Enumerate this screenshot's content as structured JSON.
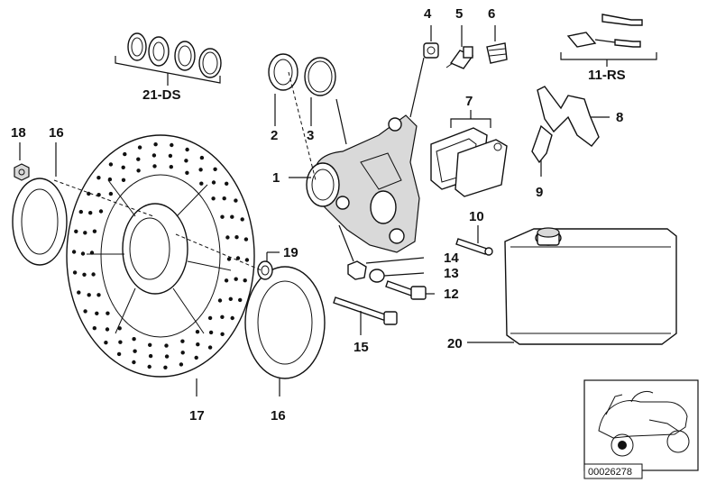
{
  "labels": {
    "p1": "1",
    "p2": "2",
    "p3": "3",
    "p4": "4",
    "p5": "5",
    "p6": "6",
    "p7": "7",
    "p8": "8",
    "p9": "9",
    "p10": "10",
    "p11": "11-RS",
    "p12": "12",
    "p13": "13",
    "p14": "14",
    "p15": "15",
    "p16a": "16",
    "p16b": "16",
    "p17": "17",
    "p18": "18",
    "p19": "19",
    "p20": "20",
    "p21": "21-DS"
  },
  "reference_number": "00026278"
}
